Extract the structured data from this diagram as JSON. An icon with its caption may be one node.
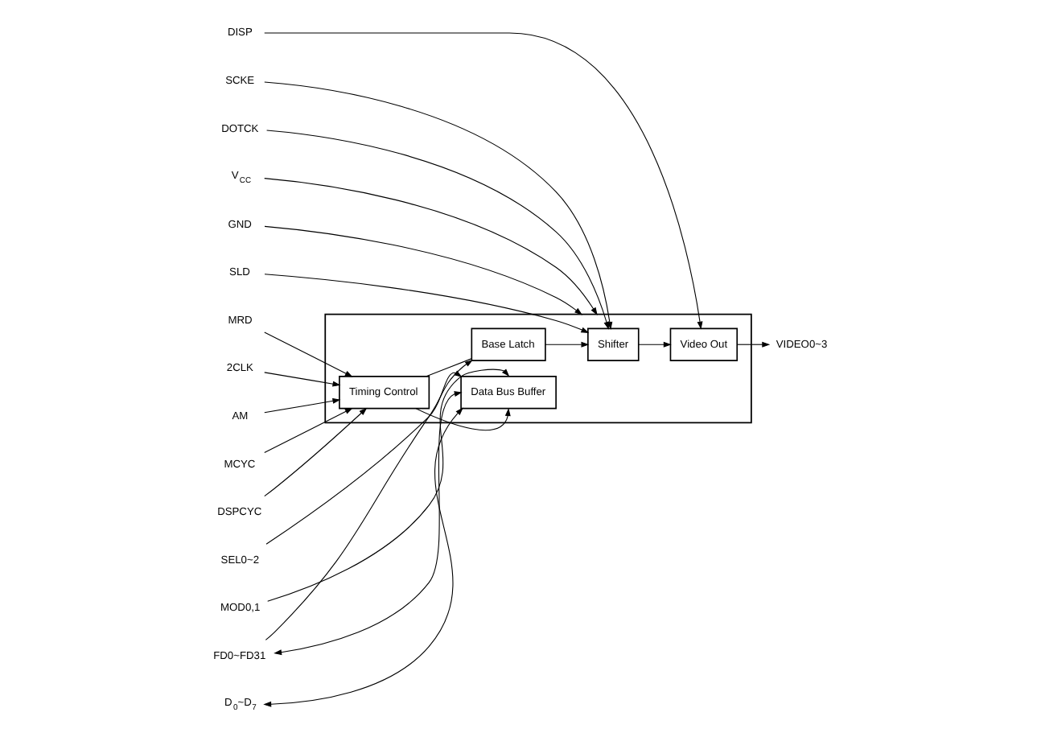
{
  "diagram": {
    "nodes": [
      {
        "text": [],
        "shape": "box"
      },
      {
        "text": [
          "MOD0,1"
        ]
      },
      {
        "text": [
          "SEL0~2"
        ]
      },
      {
        "text": [
          "FD0~FD31"
        ]
      },
      {
        "text": [
          "D$_{0}$~D$_{7}$"
        ]
      },
      {
        "text": [
          "Data Bus Buffer"
        ],
        "in": 0
      },
      {
        "text": [
          "DISP"
        ]
      },
      {
        "text": [
          "MCYC"
        ]
      },
      {
        "text": [
          "DSPCYC"
        ]
      },
      {
        "text": [
          "MRD"
        ]
      },
      {
        "text": [
          "Timing Control"
        ],
        "in": 0
      },
      {
        "text": [
          "Base Latch"
        ],
        "in": 0
      },
      {
        "text": [
          "Video Out"
        ],
        "in": 0
      },
      {
        "text": [
          "2CLK"
        ]
      },
      {
        "text": [
          "SLD"
        ]
      },
      {
        "text": [
          "SCKE"
        ]
      },
      {
        "text": [
          "Shifter"
        ],
        "in": 0
      },
      {
        "text": [
          "VIDEO0~3"
        ]
      },
      {
        "text": [
          "DOTCK"
        ]
      },
      {
        "text": [
          "AM"
        ]
      },
      {
        "text": [
          "V$_{CC}$"
        ]
      },
      {
        "text": [
          "GND"
        ]
      }
    ],
    "edges": [
      {
        "from": 1,
        "to": 5,
        "arrow": "to"
      },
      {
        "from": 2,
        "to": 5,
        "arrow": "to"
      },
      {
        "from": 3,
        "to": 5,
        "arrow": "both"
      },
      {
        "from": 3,
        "to": 11,
        "arrow": "to"
      },
      {
        "from": 4,
        "to": 5,
        "arrow": "both"
      },
      {
        "from": 10,
        "to": 5,
        "arrow": "to"
      },
      {
        "from": 6,
        "to": 12,
        "arrow": "to"
      },
      {
        "from": 7,
        "to": 10,
        "arrow": "to"
      },
      {
        "from": 8,
        "to": 10,
        "arrow": "to"
      },
      {
        "from": 9,
        "to": 10,
        "arrow": "to"
      },
      {
        "from": 13,
        "to": 10,
        "arrow": "to"
      },
      {
        "from": 19,
        "to": 10,
        "arrow": "to"
      },
      {
        "from": 10,
        "to": 11,
        "arrow": "none"
      },
      {
        "from": 11,
        "to": 16,
        "arrow": "to"
      },
      {
        "from": 14,
        "to": 16,
        "arrow": "to"
      },
      {
        "from": 15,
        "to": 16,
        "arrow": "to"
      },
      {
        "from": 18,
        "to": 16,
        "arrow": "to"
      },
      {
        "from": 16,
        "to": 12,
        "arrow": "to"
      },
      {
        "from": 12,
        "to": 17,
        "arrow": "to"
      },
      {
        "from": 20,
        "to": 0,
        "arrow": "to"
      },
      {
        "from": 21,
        "to": 0,
        "arrow": "to"
      }
    ]
  }
}
